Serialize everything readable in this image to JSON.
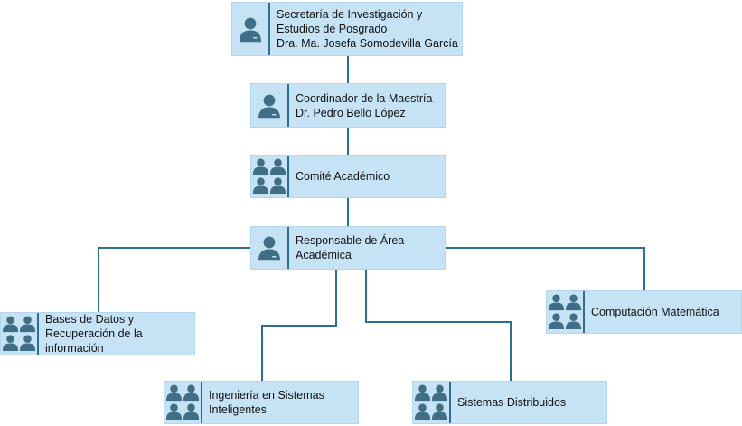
{
  "colors": {
    "node_fill": "#c5e3f5",
    "line": "#2e6e8e",
    "icon": "#3f6e86"
  },
  "nodes": {
    "secretaria": {
      "icon": "person-icon",
      "lines": [
        "Secretaría de Investigación y",
        "Estudios de Posgrado",
        "Dra. Ma. Josefa Somodevilla García"
      ]
    },
    "coordinador": {
      "icon": "person-icon",
      "lines": [
        "Coordinador de la Maestría",
        "Dr. Pedro Bello López"
      ]
    },
    "comite": {
      "icon": "group-icon",
      "lines": [
        "Comité Académico"
      ]
    },
    "responsable": {
      "icon": "person-icon",
      "lines": [
        "Responsable de Área",
        "Académica"
      ]
    },
    "bases_datos": {
      "icon": "group-icon",
      "lines": [
        "Bases de Datos y",
        "Recuperación de la",
        "información"
      ]
    },
    "computacion": {
      "icon": "group-icon",
      "lines": [
        "Computación Matemática"
      ]
    },
    "ingenieria": {
      "icon": "group-icon",
      "lines": [
        "Ingeniería en Sistemas",
        "Inteligentes"
      ]
    },
    "distribuidos": {
      "icon": "group-icon",
      "lines": [
        "Sistemas Distribuidos"
      ]
    }
  }
}
